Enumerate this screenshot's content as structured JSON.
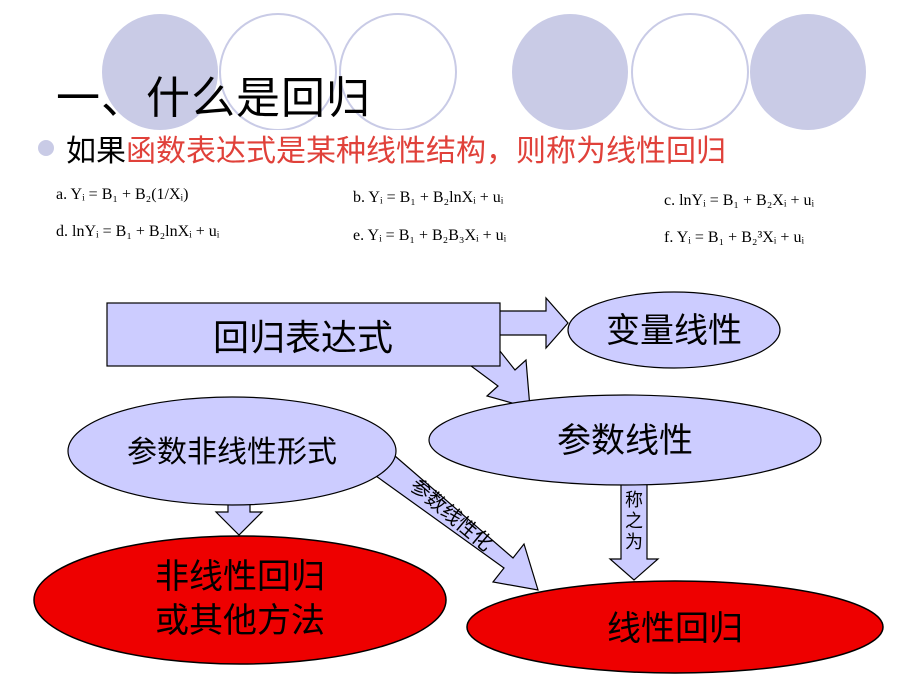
{
  "title": "一、什么是回归",
  "bullet": {
    "prefix": "如果",
    "highlight": "函数表达式是某种线性结构，则称为线性回归"
  },
  "formulas": [
    {
      "id": "a",
      "text": "a. Yᵢ = B₁ + B₂(1/Xᵢ)"
    },
    {
      "id": "b",
      "text": "b. Yᵢ = B₁ + B₂lnXᵢ + uᵢ"
    },
    {
      "id": "c",
      "text": "c. lnYᵢ = B₁ + B₂Xᵢ + uᵢ"
    },
    {
      "id": "d",
      "text": "d. lnYᵢ = B₁ + B₂lnXᵢ + uᵢ"
    },
    {
      "id": "e",
      "text": "e. Yᵢ = B₁ + B₂B₃Xᵢ + uᵢ"
    },
    {
      "id": "f",
      "text": "f. Yᵢ = B₁ + B₂³Xᵢ + uᵢ"
    }
  ],
  "diagram": {
    "regression_expression": "回归表达式",
    "variable_linear": "变量线性",
    "parameter_linear": "参数线性",
    "parameter_nonlinear": "参数非线性形式",
    "nonlinear_line1": "非线性回归",
    "nonlinear_line2": "或其他方法",
    "linear_regression": "线性回归",
    "linearize_label": "参数线性化",
    "called_label": [
      "称",
      "之",
      "为"
    ]
  },
  "colors": {
    "box_fill": "#ccccff",
    "red_fill": "#ee0000",
    "title_red": "#e0413a",
    "deco_circle": "#c9cbe6"
  }
}
